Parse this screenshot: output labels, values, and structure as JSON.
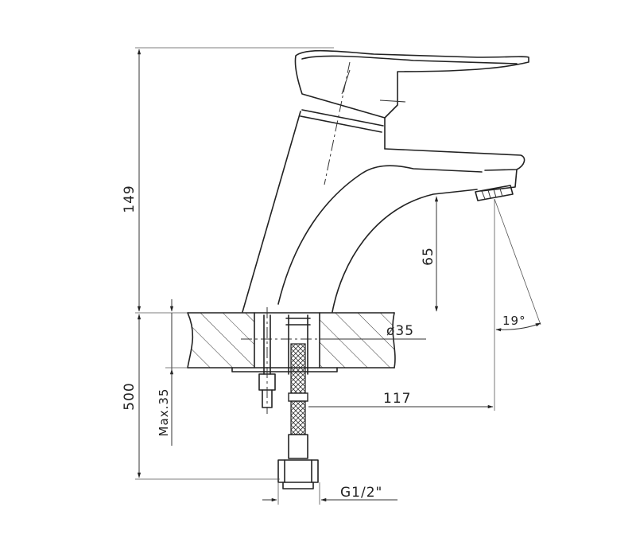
{
  "dimensions": {
    "total_height": "149",
    "spout_height": "65",
    "pipe_length": "500",
    "max_thickness": "Max.35",
    "hole_diameter": "ø35",
    "reach": "117",
    "angle": "19°",
    "connection": "G1/2\""
  },
  "colors": {
    "line": "#222222",
    "background": "#ffffff"
  }
}
